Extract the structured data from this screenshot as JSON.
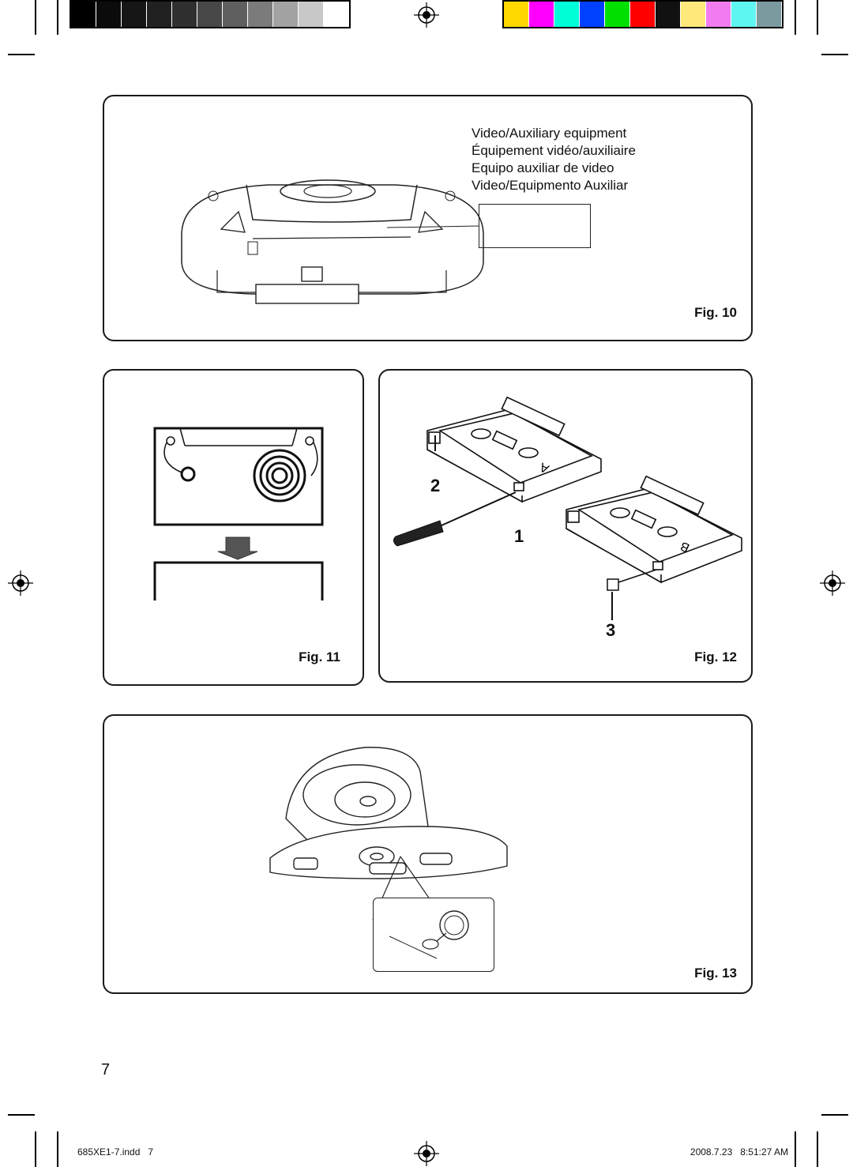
{
  "color_bar": {
    "grayscale": [
      "#000000",
      "#0b0b0b",
      "#161616",
      "#212121",
      "#2f2f2f",
      "#474747",
      "#5f5f5f",
      "#7b7b7b",
      "#a3a3a3",
      "#c8c8c8",
      "#ffffff"
    ],
    "colors": [
      "#ffd800",
      "#ff00ff",
      "#00ffd8",
      "#0040ff",
      "#00e000",
      "#ff0000",
      "#111111",
      "#ffe97a",
      "#f07cf0",
      "#5ff5f0",
      "#7a9aa0"
    ]
  },
  "fig10": {
    "label": "Fig. 10",
    "video_lines": [
      "Video/Auxiliary equipment",
      "Équipement vidéo/auxiliaire",
      "Equipo auxiliar de video",
      "Video/Equipmento Auxiliar"
    ]
  },
  "fig11": {
    "label": "Fig. 11"
  },
  "fig12": {
    "label": "Fig. 12",
    "step_1": "1",
    "step_2": "2",
    "step_3": "3",
    "side_a": "A",
    "side_b": "B"
  },
  "fig13": {
    "label": "Fig. 13"
  },
  "page_number": "7",
  "footer": {
    "file": "685XE1-7.indd   7",
    "timestamp": "2008.7.23   8:51:27 AM"
  }
}
